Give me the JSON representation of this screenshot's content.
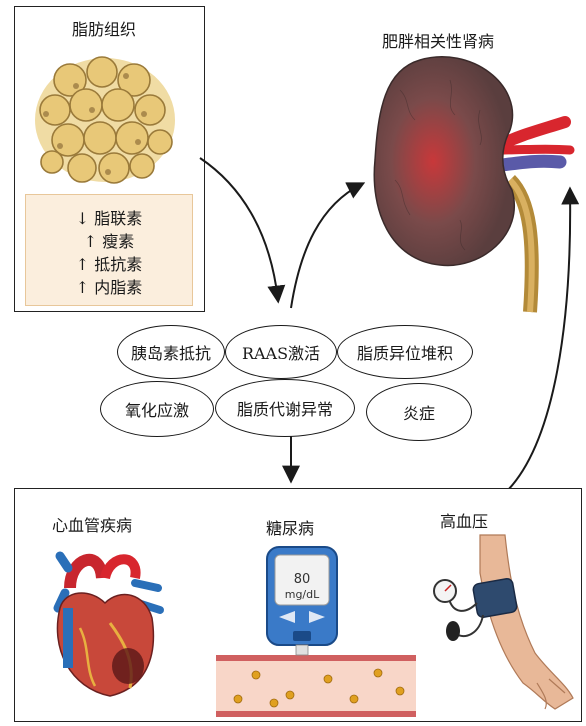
{
  "adipose": {
    "title": "脂肪组织",
    "items": [
      {
        "arrow": "↓",
        "label": "脂联素"
      },
      {
        "arrow": "↑",
        "label": "瘦素"
      },
      {
        "arrow": "↑",
        "label": "抵抗素"
      },
      {
        "arrow": "↑",
        "label": "内脂素"
      }
    ]
  },
  "kidney": {
    "title": "肥胖相关性肾病"
  },
  "mechanisms": [
    "胰岛素抵抗",
    "RAAS激活",
    "脂质异位堆积",
    "氧化应激",
    "脂质代谢异常",
    "炎症"
  ],
  "diseases": {
    "cardio": "心血管疾病",
    "diabetes": "糖尿病",
    "hypertension": "高血压"
  },
  "glucometer": {
    "value": "80",
    "unit": "mg/dL"
  },
  "colors": {
    "list_panel": "#fbeedd",
    "kidney": "#6e5050",
    "kidney_center": "#c8383a",
    "artery": "#d8262e",
    "vein": "#5a5aa8",
    "ureter": "#c9a04a",
    "fat_cell": "#e8c878"
  }
}
